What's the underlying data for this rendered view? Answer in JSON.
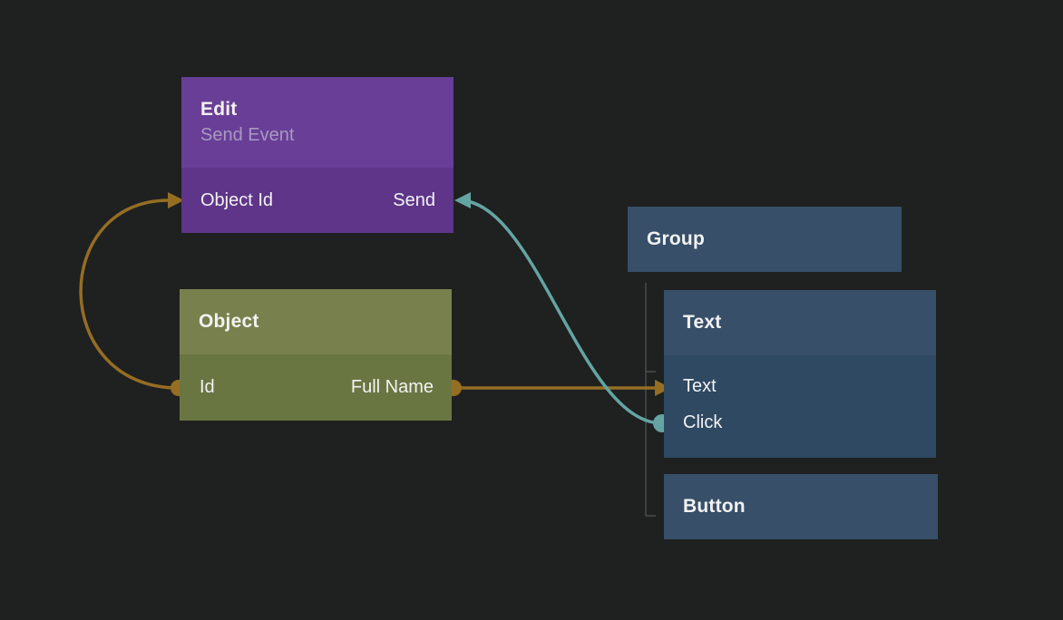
{
  "colors": {
    "background": "#1f2020",
    "edit_header": "#693e97",
    "edit_body": "#5e3589",
    "object_header": "#78814d",
    "object_body": "#697642",
    "blue_header": "#374f68",
    "blue_body": "#2f4963",
    "wire_orange": "#956e24",
    "wire_teal": "#64a5a3",
    "tree_line": "#4a4a4a",
    "title_text": "#f2f2f2",
    "subtitle_text": "#a79ac0"
  },
  "nodes": {
    "edit": {
      "title": "Edit",
      "subtitle": "Send Event",
      "left_port": "Object Id",
      "right_port": "Send"
    },
    "object": {
      "title": "Object",
      "left_port": "Id",
      "right_port": "Full Name"
    },
    "group": {
      "title": "Group"
    },
    "text": {
      "title": "Text",
      "port_text": "Text",
      "port_click": "Click"
    },
    "button": {
      "title": "Button"
    }
  },
  "connections": [
    {
      "from": "Object.Id",
      "to": "Edit.Object Id",
      "color": "#956e24"
    },
    {
      "from": "Object.Full Name",
      "to": "Text.Text",
      "color": "#956e24"
    },
    {
      "from": "Text.Click",
      "to": "Edit.Send",
      "color": "#64a5a3"
    }
  ]
}
